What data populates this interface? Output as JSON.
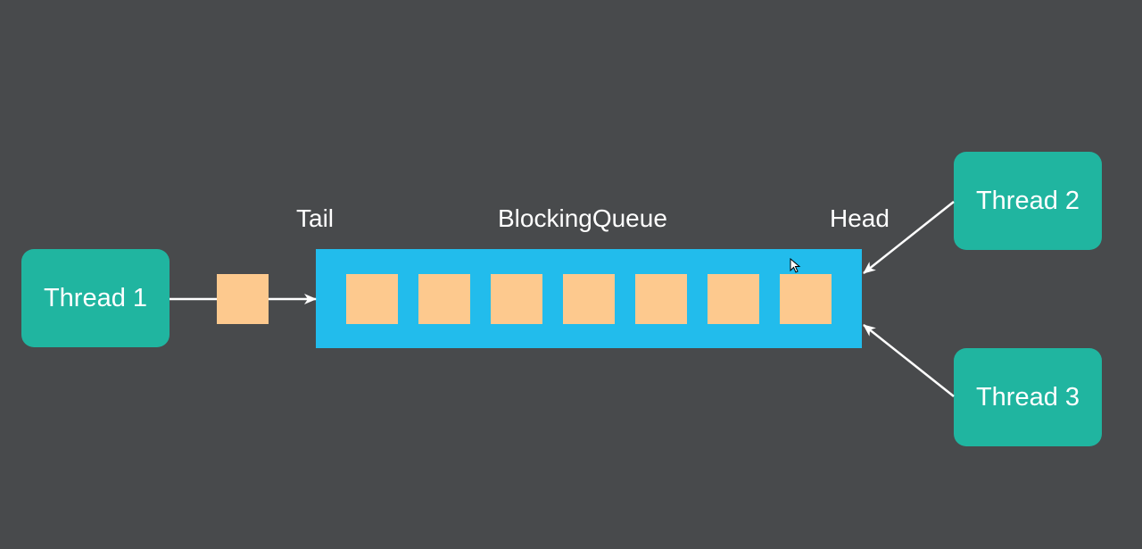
{
  "diagram": {
    "threads": [
      {
        "id": "thread-1",
        "label": "Thread 1"
      },
      {
        "id": "thread-2",
        "label": "Thread 2"
      },
      {
        "id": "thread-3",
        "label": "Thread 3"
      }
    ],
    "labels": {
      "tail": "Tail",
      "queue": "BlockingQueue",
      "head": "Head"
    },
    "queue_slot_count": 7,
    "colors": {
      "background": "#484a4c",
      "thread_box": "#20b5a0",
      "queue": "#22bcec",
      "element": "#fdc98e",
      "arrow": "#ffffff",
      "text": "#ffffff"
    }
  }
}
